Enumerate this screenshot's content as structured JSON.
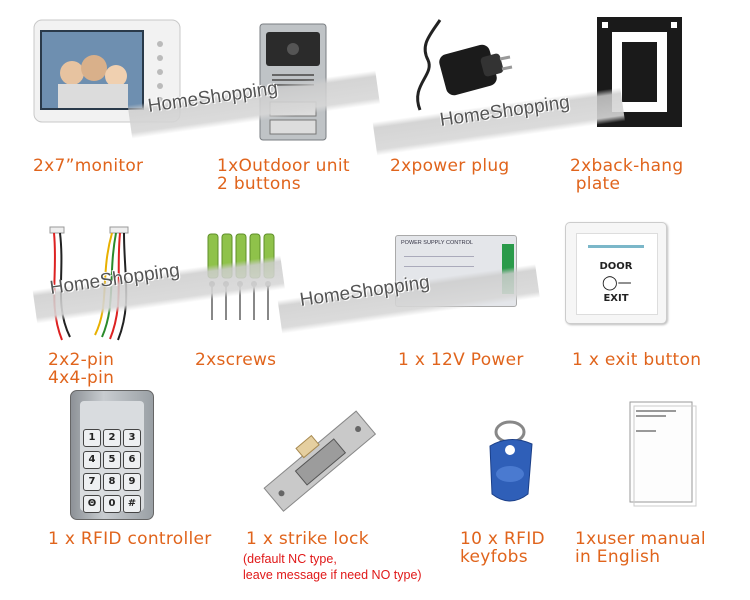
{
  "watermark": "HomeShopping",
  "items": [
    {
      "label": "2x7”monitor"
    },
    {
      "label": "1xOutdoor unit\n2 buttons"
    },
    {
      "label": "2xpower plug"
    },
    {
      "label": "2xback-hang\n plate"
    },
    {
      "label": "2x2-pin\n4x4-pin"
    },
    {
      "label": "2xscrews"
    },
    {
      "label": "1 x 12V Power"
    },
    {
      "label": "1 x exit button"
    },
    {
      "label": "1 x RFID controller"
    },
    {
      "label": "1 x strike lock",
      "note": "(default NC type,\nleave message if need NO type)"
    },
    {
      "label": "10 x RFID\nkeyfobs"
    },
    {
      "label": "1xuser manual\nin English"
    }
  ],
  "exit_button": {
    "line1": "DOOR",
    "line2": "EXIT"
  },
  "power_box_title": "POWER SUPPLY CONTROL",
  "keypad_keys": [
    "1",
    "2",
    "3",
    "4",
    "5",
    "6",
    "7",
    "8",
    "9",
    "Θ",
    "0",
    "#"
  ],
  "colors": {
    "label": "#e0641c",
    "note": "#e01818"
  }
}
